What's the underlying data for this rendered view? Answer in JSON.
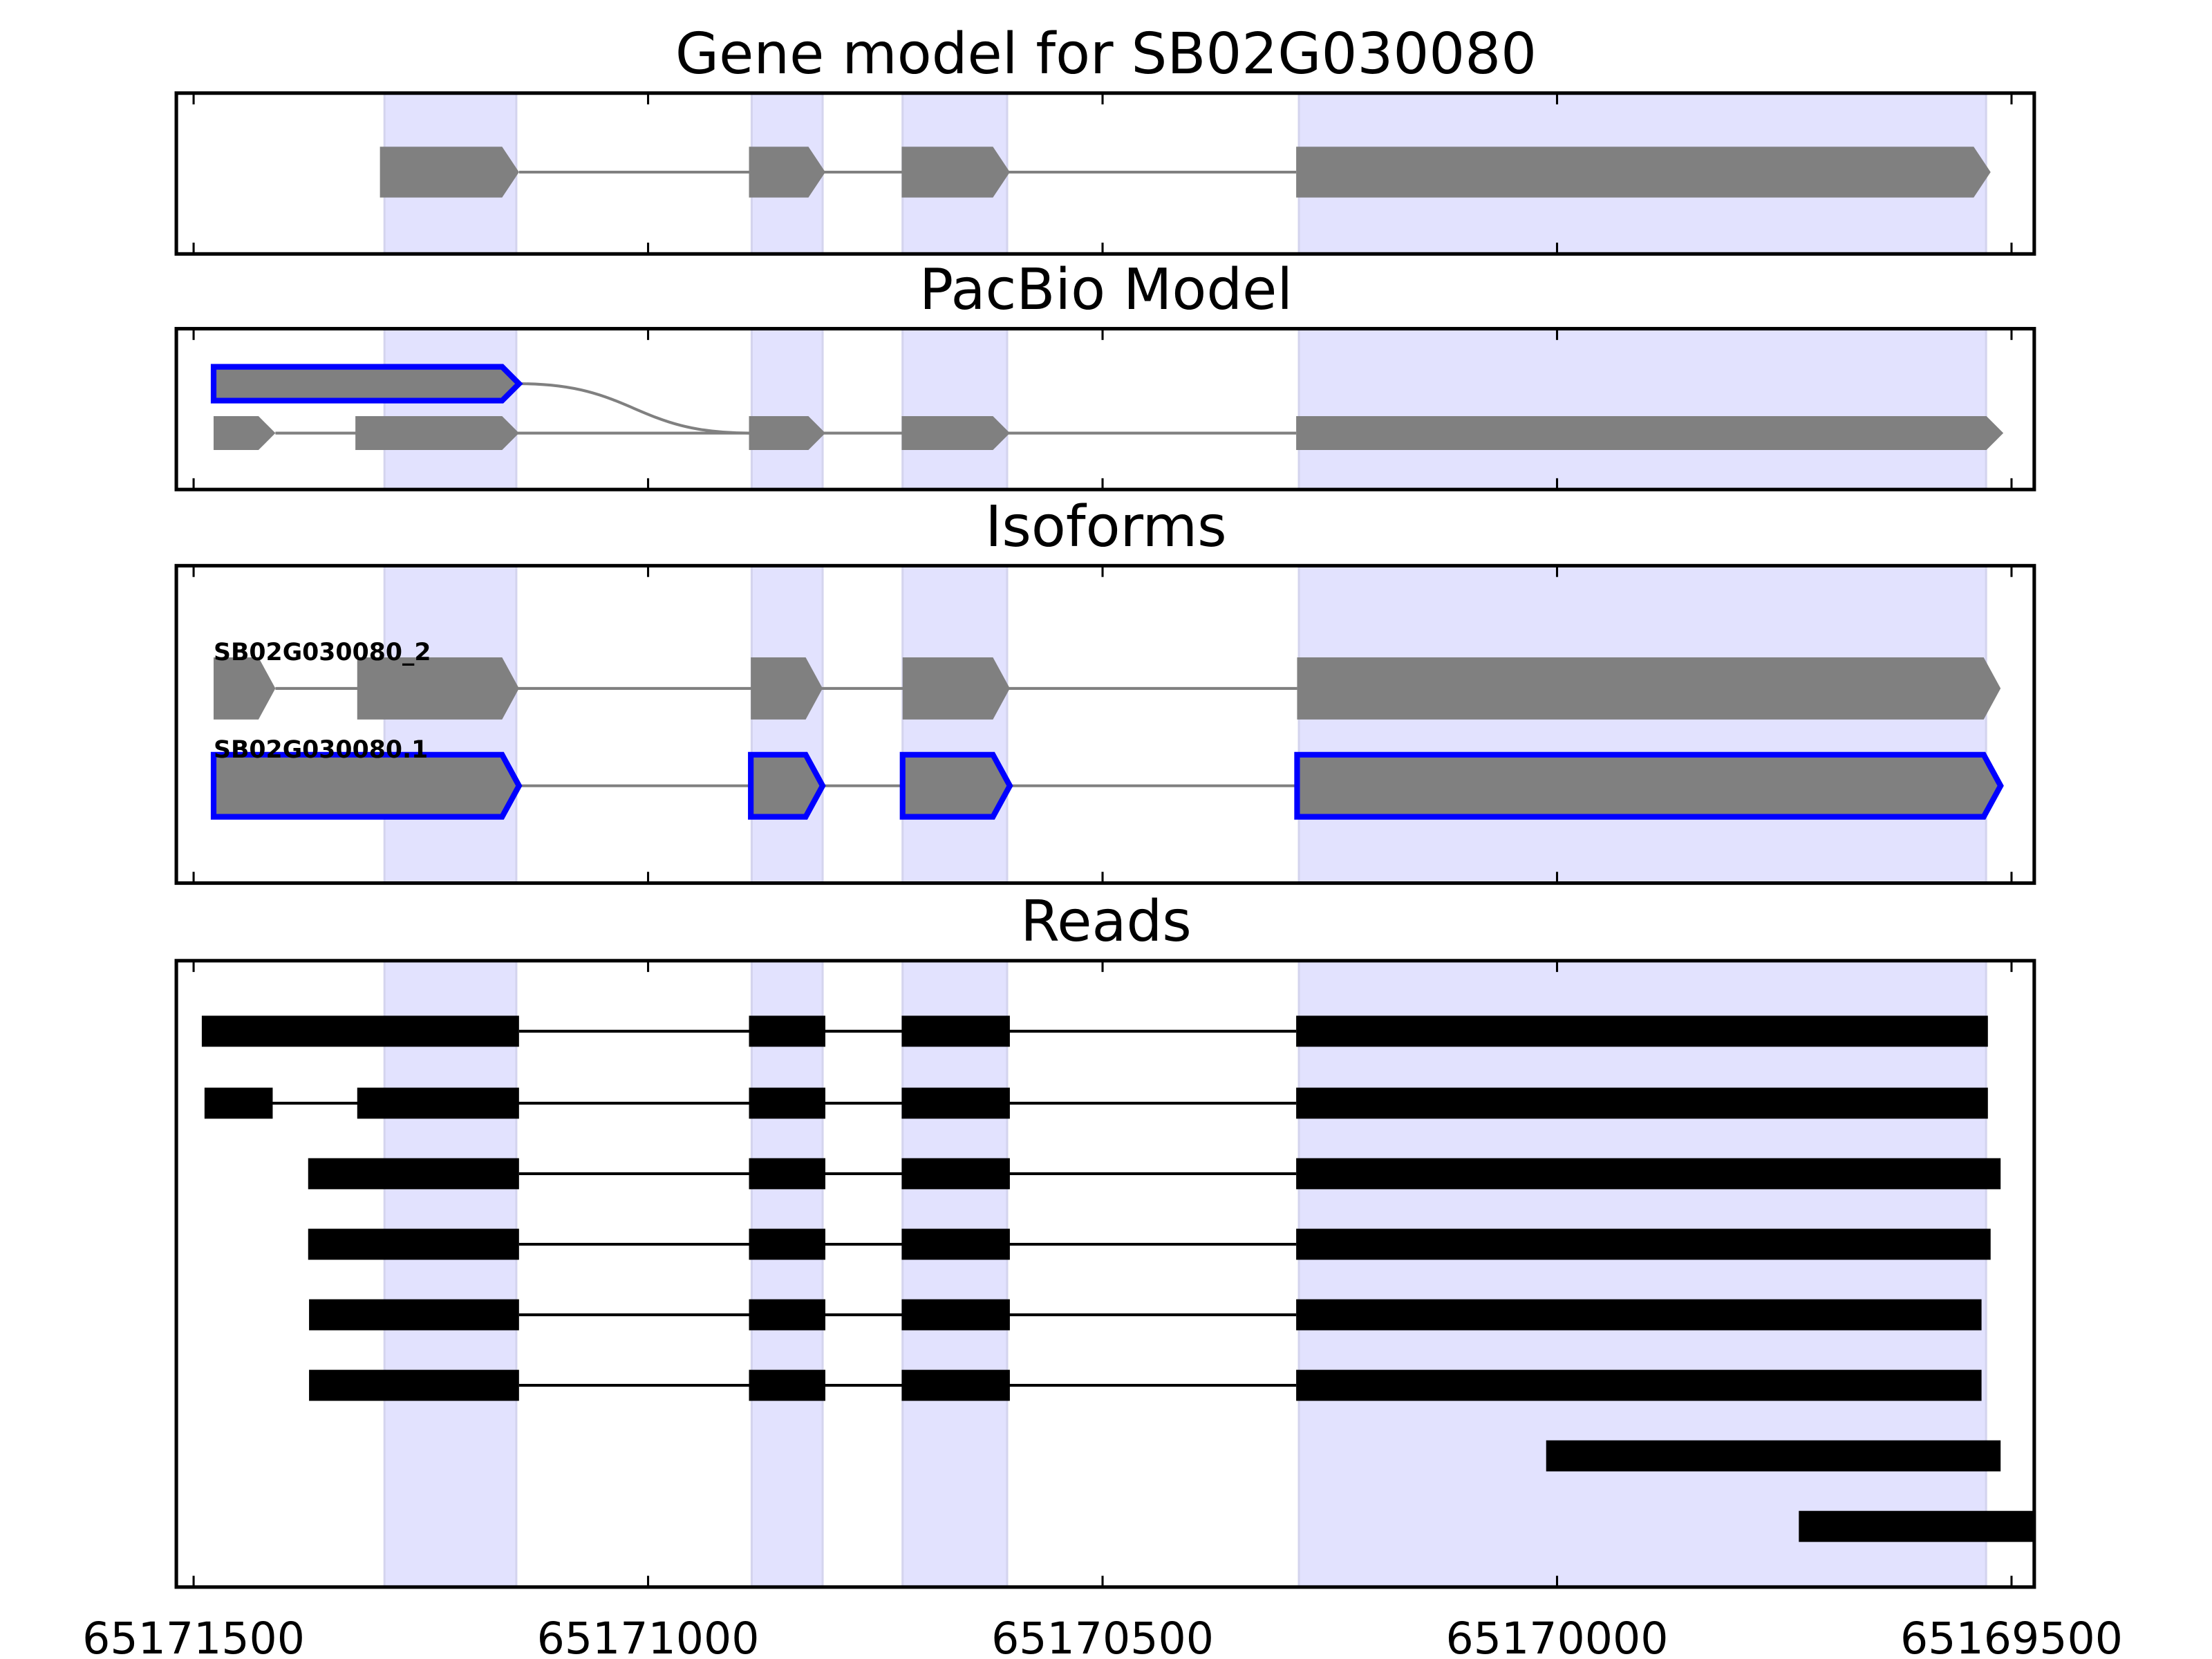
{
  "chart_data": {
    "type": "gene-track",
    "xlabel": "",
    "xlim": [
      65171519,
      65169475
    ],
    "x_reversed": true,
    "xticks": [
      65171500,
      65171000,
      65170500,
      65170000,
      65169500
    ],
    "xtick_labels": [
      "65171500",
      "65171000",
      "65170500",
      "65170000",
      "65169500"
    ],
    "highlight_color": "#e2e2fe",
    "highlight_regions": [
      [
        65171290,
        65171145
      ],
      [
        65170886,
        65170808
      ],
      [
        65170720,
        65170605
      ],
      [
        65170284,
        65169528
      ]
    ],
    "panels": [
      {
        "title": "Gene model for SB02G030080",
        "style": "model",
        "rows": [
          {
            "label": "",
            "outlined": false,
            "exons": [
              [
                65171295,
                65171142
              ],
              [
                65170889,
                65170805
              ],
              [
                65170721,
                65170602
              ],
              [
                65170287,
                65169523
              ]
            ]
          }
        ]
      },
      {
        "title": "PacBio Model",
        "style": "model",
        "rows": [
          {
            "label": "",
            "outlined": true,
            "exons": [
              [
                65171478,
                65171142
              ]
            ],
            "connect_to_row": 1
          },
          {
            "label": "",
            "outlined": false,
            "exons": [
              [
                65171478,
                65171410
              ],
              [
                65171322,
                65171142
              ],
              [
                65170889,
                65170805
              ],
              [
                65170721,
                65170602
              ],
              [
                65170287,
                65169509
              ]
            ]
          }
        ]
      },
      {
        "title": "Isoforms",
        "style": "model",
        "rows": [
          {
            "label": "SB02G030080_2",
            "outlined": false,
            "exons": [
              [
                65171478,
                65171410
              ],
              [
                65171320,
                65171142
              ],
              [
                65170887,
                65170808
              ],
              [
                65170720,
                65170602
              ],
              [
                65170286,
                65169512
              ]
            ]
          },
          {
            "label": "SB02G030080.1",
            "outlined": true,
            "exons": [
              [
                65171478,
                65171142
              ],
              [
                65170887,
                65170808
              ],
              [
                65170720,
                65170602
              ],
              [
                65170286,
                65169512
              ]
            ]
          }
        ]
      },
      {
        "title": "Reads",
        "style": "reads",
        "rows": [
          {
            "exons": [
              [
                65171491,
                65171142
              ],
              [
                65170889,
                65170805
              ],
              [
                65170721,
                65170602
              ],
              [
                65170287,
                65169526
              ]
            ]
          },
          {
            "exons": [
              [
                65171488,
                65171413
              ],
              [
                65171320,
                65171142
              ],
              [
                65170889,
                65170805
              ],
              [
                65170721,
                65170602
              ],
              [
                65170287,
                65169526
              ]
            ]
          },
          {
            "exons": [
              [
                65171374,
                65171142
              ],
              [
                65170889,
                65170805
              ],
              [
                65170721,
                65170602
              ],
              [
                65170287,
                65169512
              ]
            ]
          },
          {
            "exons": [
              [
                65171374,
                65171142
              ],
              [
                65170889,
                65170805
              ],
              [
                65170721,
                65170602
              ],
              [
                65170287,
                65169523
              ]
            ]
          },
          {
            "exons": [
              [
                65171373,
                65171142
              ],
              [
                65170889,
                65170805
              ],
              [
                65170721,
                65170602
              ],
              [
                65170287,
                65169533
              ]
            ]
          },
          {
            "exons": [
              [
                65171373,
                65171142
              ],
              [
                65170889,
                65170805
              ],
              [
                65170721,
                65170602
              ],
              [
                65170287,
                65169533
              ]
            ]
          },
          {
            "exons": [
              [
                65170012,
                65169512
              ]
            ]
          },
          {
            "exons": [
              [
                65169734,
                65169400
              ]
            ]
          }
        ]
      }
    ]
  }
}
